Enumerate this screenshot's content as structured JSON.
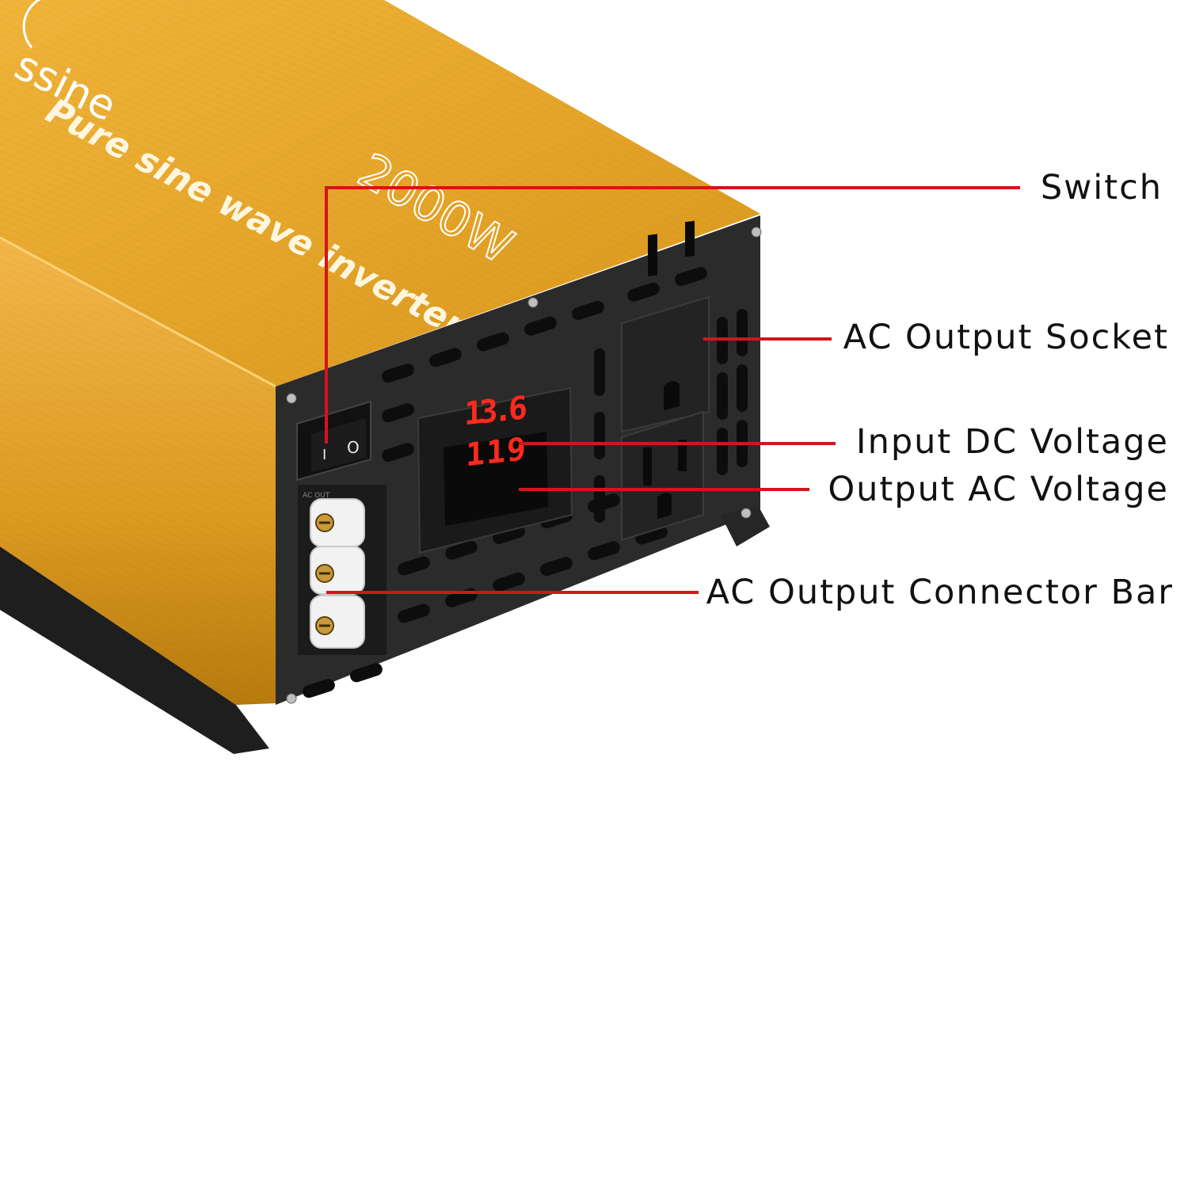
{
  "product": {
    "brand_partial": "ssine",
    "body_text": "Pure sine wave inverter",
    "power_rating": "2000W",
    "panel_small_label": "AC OUT",
    "switch_symbols": {
      "on": "I",
      "off": "O"
    },
    "display": {
      "input_dc_voltage": "13.6",
      "output_ac_voltage": "119"
    }
  },
  "callouts": [
    {
      "label": "Switch"
    },
    {
      "label": "AC Output Socket"
    },
    {
      "label": "Input DC Voltage"
    },
    {
      "label": "Output AC Voltage"
    },
    {
      "label": "AC Output Connector Bar"
    }
  ],
  "colors": {
    "housing": "#e3a21e",
    "housing_dark": "#b87a0e",
    "panel": "#2b2b2b",
    "slot": "#0d0d0d",
    "callout_line": "#d4141c",
    "led": "#ff2a1e",
    "label_text": "#111111"
  }
}
